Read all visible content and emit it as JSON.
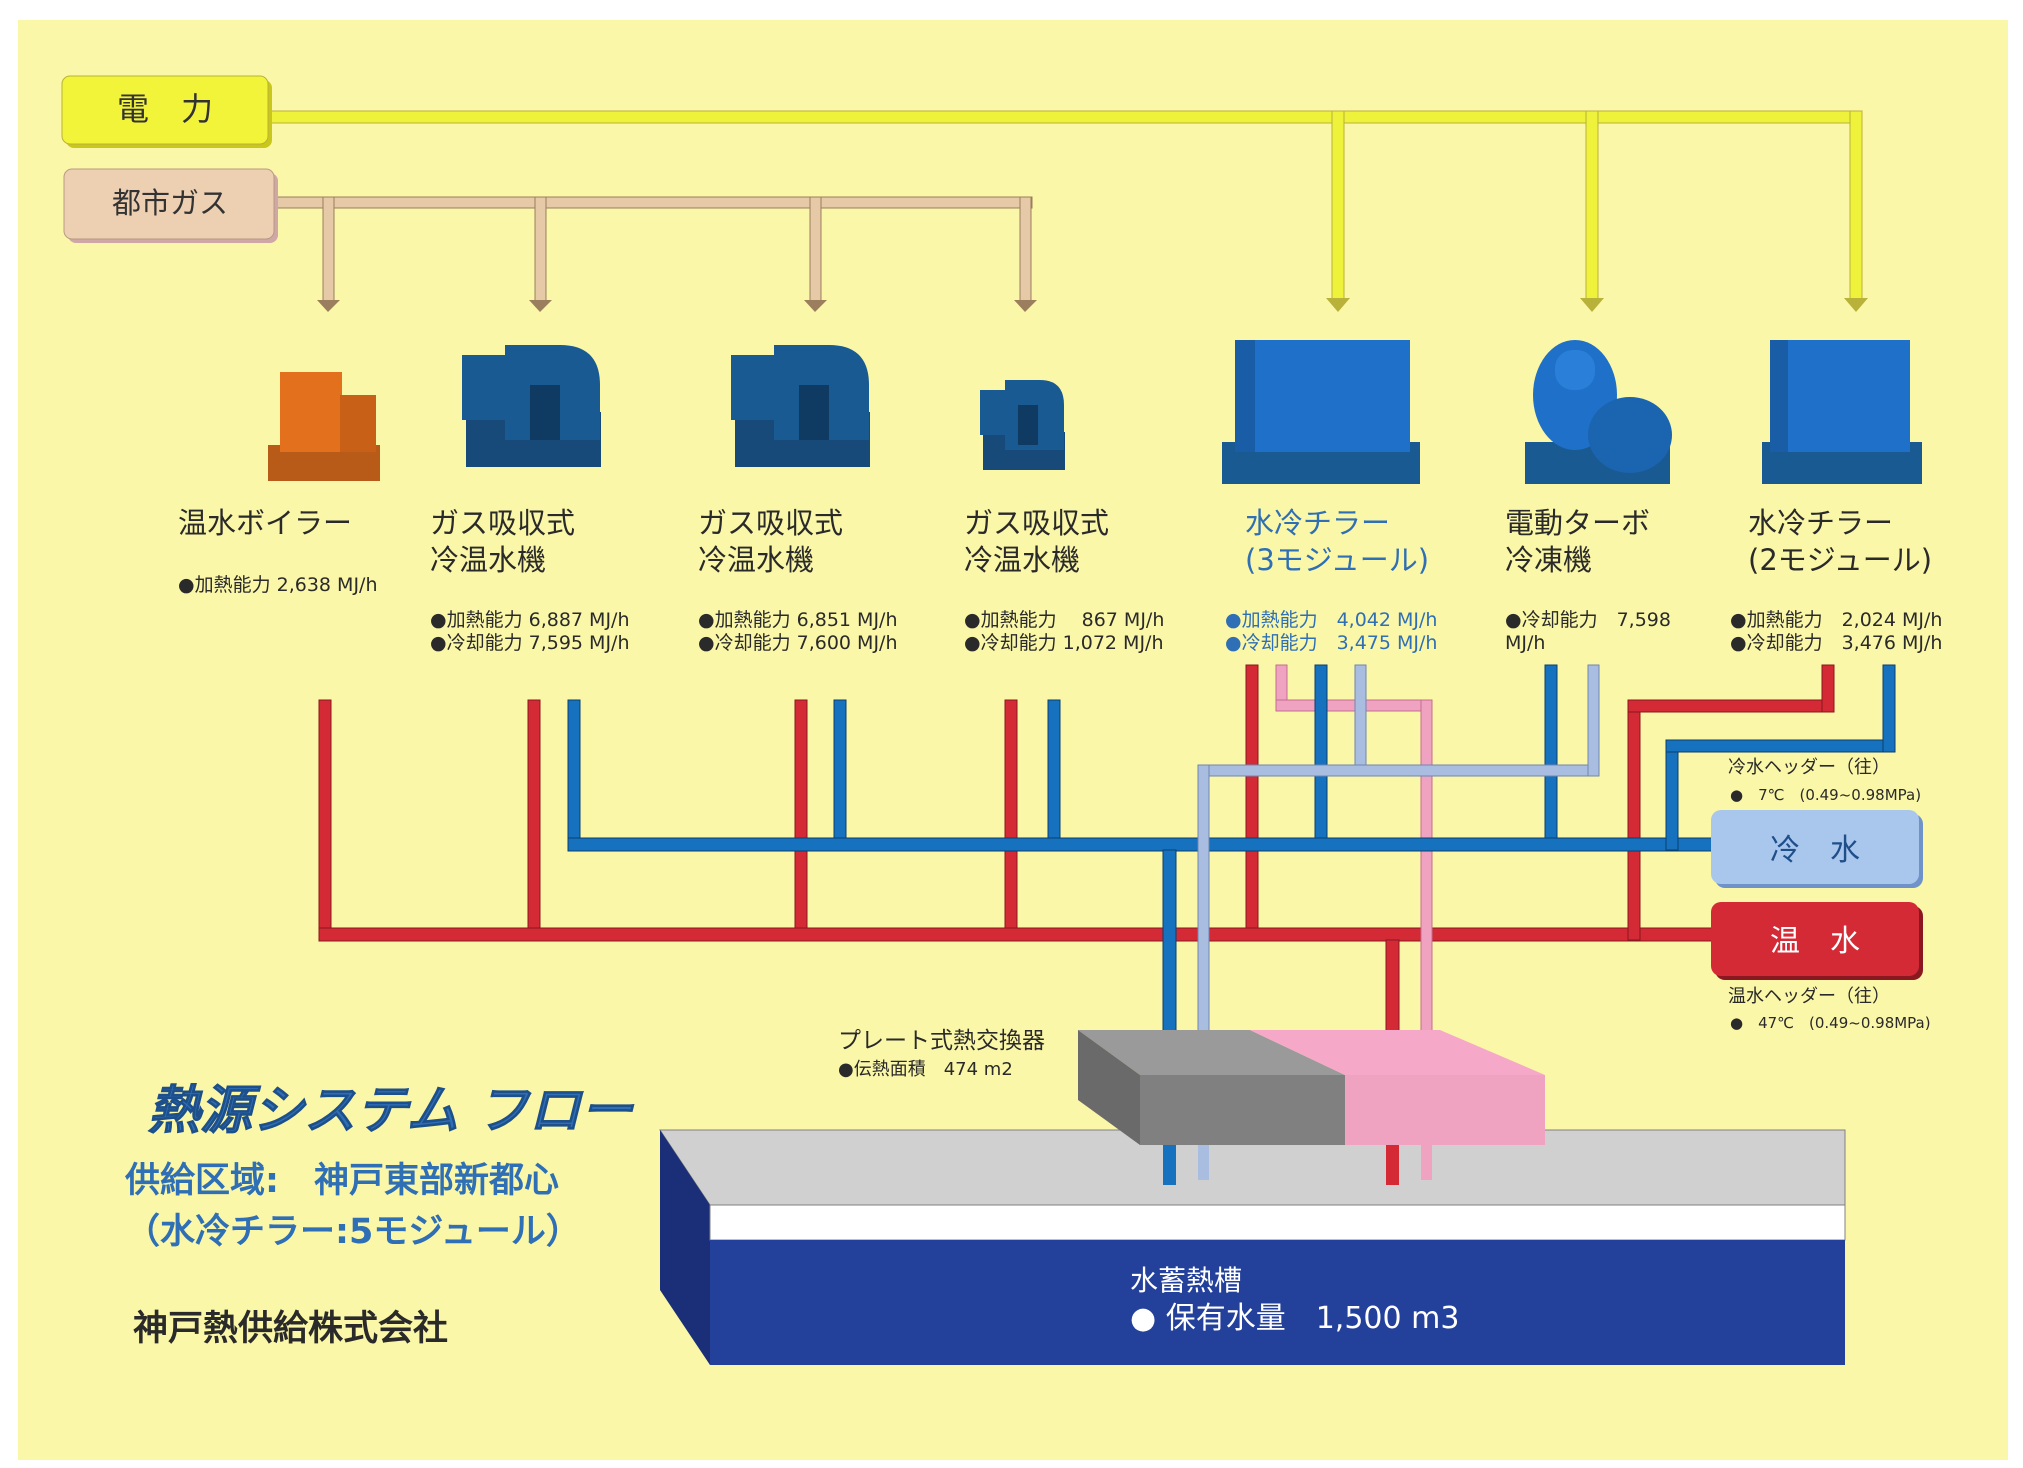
{
  "sources": {
    "electric": "電　力",
    "gas": "都市ガス"
  },
  "equipment": [
    {
      "name1": "温水ボイラー",
      "name2": "",
      "spec1": "●加熱能力 2,638 MJ/h",
      "spec2": ""
    },
    {
      "name1": "ガス吸収式",
      "name2": "冷温水機",
      "spec1": "●加熱能力 6,887 MJ/h",
      "spec2": "●冷却能力 7,595 MJ/h"
    },
    {
      "name1": "ガス吸収式",
      "name2": "冷温水機",
      "spec1": "●加熱能力 6,851 MJ/h",
      "spec2": "●冷却能力 7,600 MJ/h"
    },
    {
      "name1": "ガス吸収式",
      "name2": "冷温水機",
      "spec1": "●加熱能力　 867 MJ/h",
      "spec2": "●冷却能力 1,072 MJ/h"
    },
    {
      "name1": "水冷チラー",
      "name2": "(3モジュール)",
      "spec1": "●加熱能力　4,042 MJ/h",
      "spec2": "●冷却能力　3,475 MJ/h"
    },
    {
      "name1": "電動ターボ",
      "name2": "冷凍機",
      "spec1": "●冷却能力　7,598",
      "spec2": "MJ/h"
    },
    {
      "name1": "水冷チラー",
      "name2": "(2モジュール)",
      "spec1": "●加熱能力　2,024 MJ/h",
      "spec2": "●冷却能力　3,476 MJ/h"
    }
  ],
  "headers": {
    "cold_caption": "冷水ヘッダー（往）",
    "cold_spec": "●　7℃　(0.49~0.98MPa)",
    "cold_label": "冷　水",
    "hot_label": "温　水",
    "hot_caption": "温水ヘッダー（往）",
    "hot_spec": "●　47℃　(0.49~0.98MPa)"
  },
  "exchanger": {
    "name": "プレート式熱交換器",
    "spec": "●伝熱面積　474 m2"
  },
  "tank": {
    "name": "水蓄熱槽",
    "spec": "● 保有水量　1,500 m3"
  },
  "title": {
    "main": "熱源システム フロー",
    "area": "供給区域:　神戸東部新都心",
    "note": "（水冷チラー:5モジュール）",
    "company": "神戸熱供給株式会社"
  },
  "colors": {
    "background": "#fbf7a8",
    "electric": "#eef23a",
    "gas": "#e6c9a6",
    "cold": "#1672be",
    "cold_light": "#a8bde0",
    "hot": "#d42a35",
    "hot_light": "#f0a3c0",
    "equipment": "#1f70c8",
    "equipment_dark": "#174a78",
    "boiler": "#e3701c",
    "tank": "#23409b",
    "title": "#2f6fb5"
  }
}
